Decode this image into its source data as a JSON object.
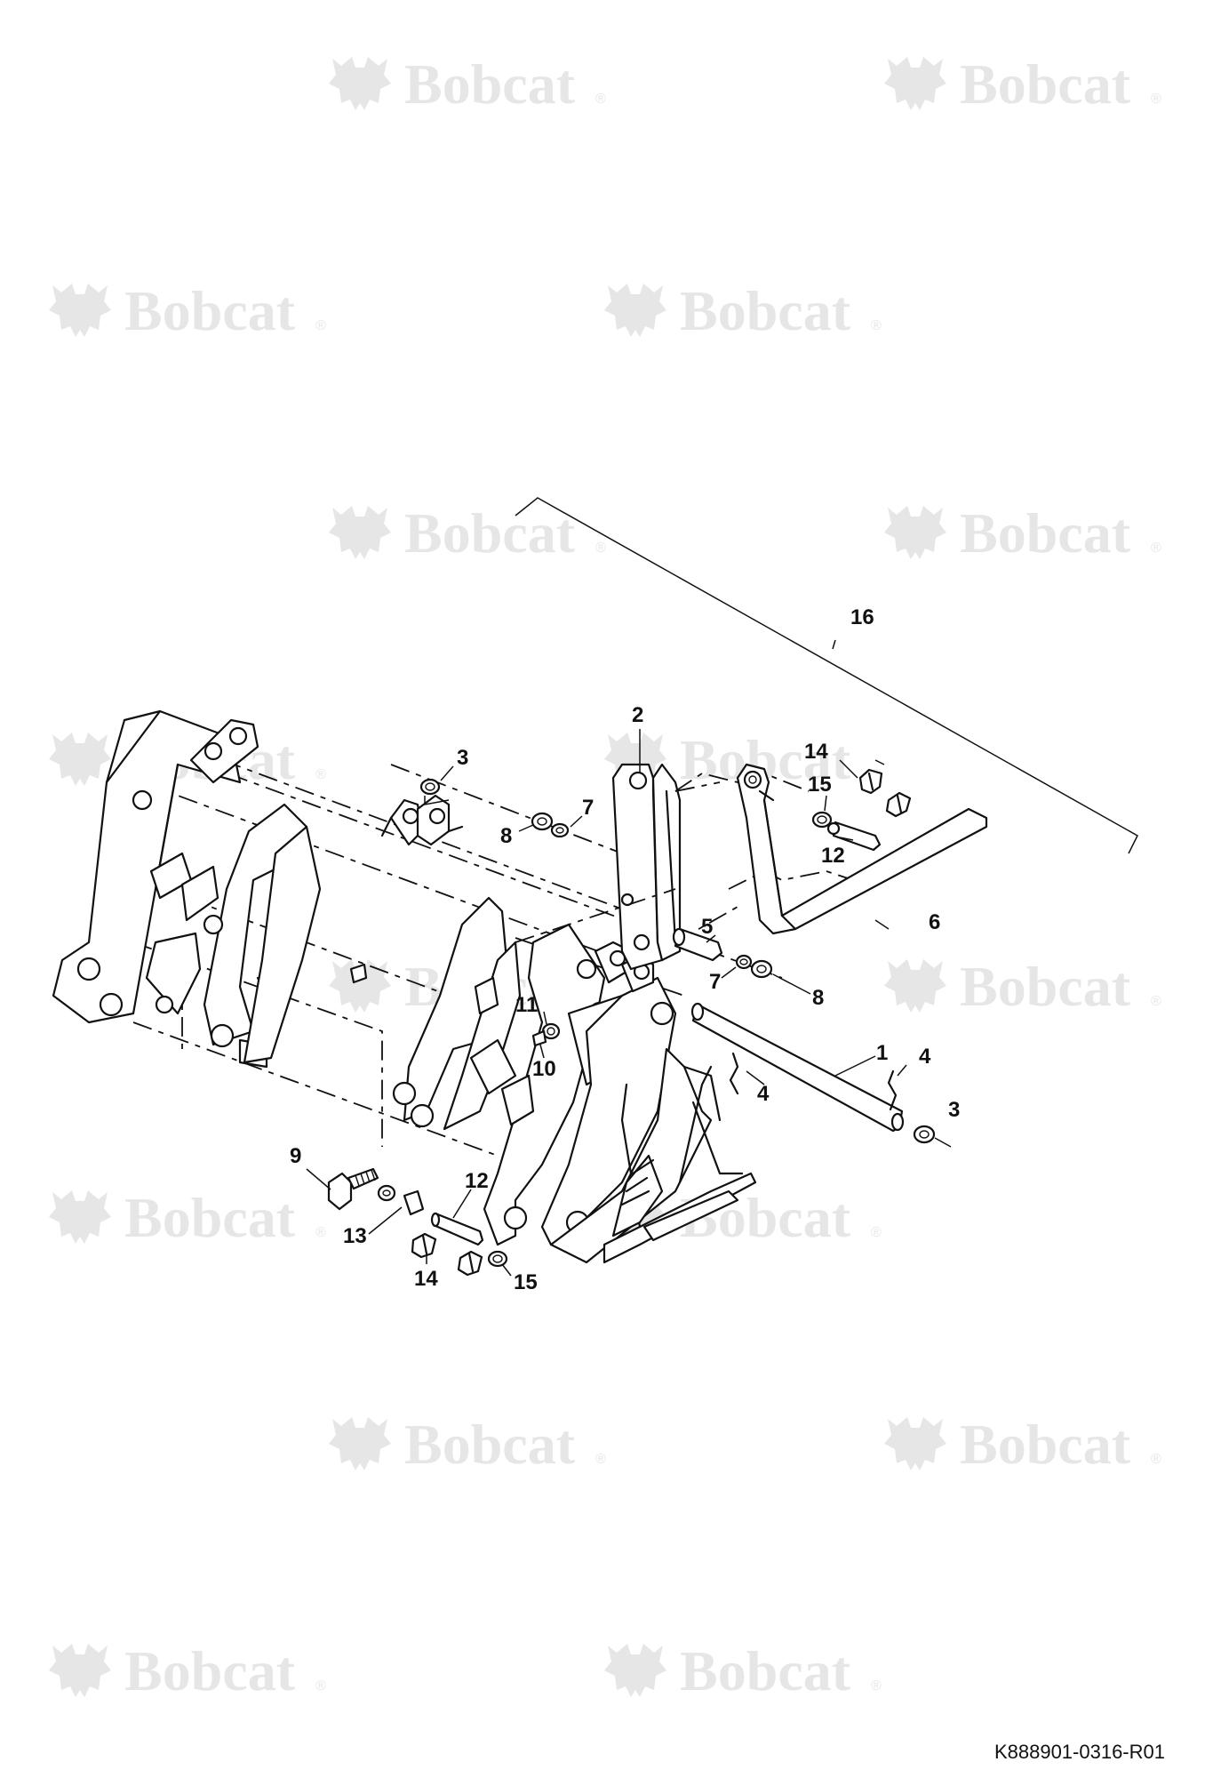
{
  "watermark": {
    "brand": "Bobcat",
    "registered_mark": "®"
  },
  "callouts": [
    {
      "id": "c16",
      "label": "16"
    },
    {
      "id": "c2",
      "label": "2"
    },
    {
      "id": "c3a",
      "label": "3"
    },
    {
      "id": "c14a",
      "label": "14"
    },
    {
      "id": "c15a",
      "label": "15"
    },
    {
      "id": "c7a",
      "label": "7"
    },
    {
      "id": "c8a",
      "label": "8"
    },
    {
      "id": "c12a",
      "label": "12"
    },
    {
      "id": "c5",
      "label": "5"
    },
    {
      "id": "c6",
      "label": "6"
    },
    {
      "id": "c7b",
      "label": "7"
    },
    {
      "id": "c8b",
      "label": "8"
    },
    {
      "id": "c11",
      "label": "11"
    },
    {
      "id": "c10",
      "label": "10"
    },
    {
      "id": "c1",
      "label": "1"
    },
    {
      "id": "c4a",
      "label": "4"
    },
    {
      "id": "c4b",
      "label": "4"
    },
    {
      "id": "c3b",
      "label": "3"
    },
    {
      "id": "c9",
      "label": "9"
    },
    {
      "id": "c12b",
      "label": "12"
    },
    {
      "id": "c13",
      "label": "13"
    },
    {
      "id": "c14b",
      "label": "14"
    },
    {
      "id": "c15b",
      "label": "15"
    }
  ],
  "document_code": "K888901-0316-R01",
  "colors": {
    "line": "#111111",
    "watermark": "#e6e6e6",
    "background": "#ffffff"
  }
}
